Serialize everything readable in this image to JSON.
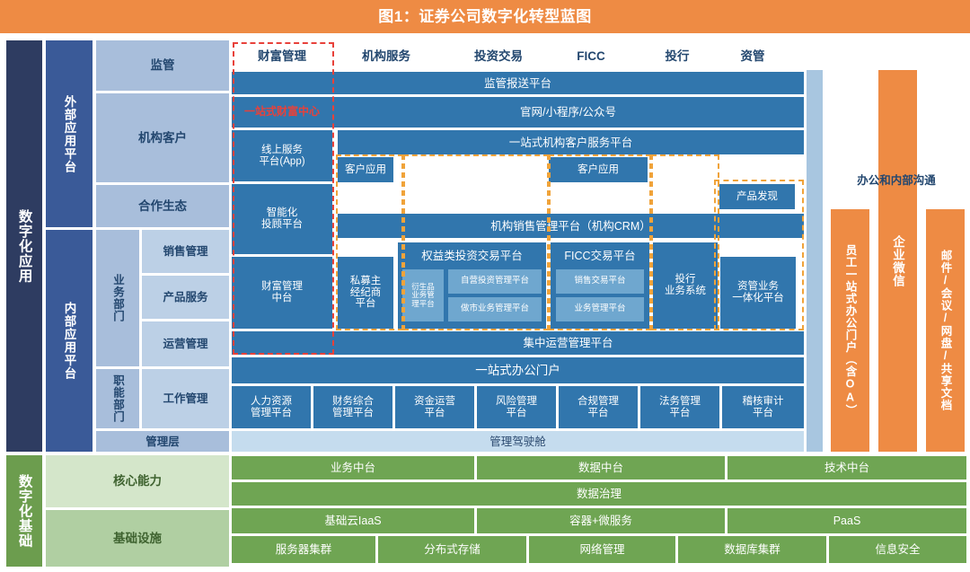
{
  "title": "图1：证券公司数字化转型蓝图",
  "left_rail": {
    "application_layer": "数字化应用",
    "foundation_layer": "数字化基础"
  },
  "platform_rail": {
    "external": "外部应用平台",
    "internal": "内部应用平台"
  },
  "category_rail": {
    "regulator": "监管",
    "institutional_client": "机构客户",
    "partner_ecosystem": "合作生态",
    "business_dept": "业务部门",
    "function_dept": "职能部门",
    "management_layer": "管理层"
  },
  "subcategory_rail": {
    "sales_mgmt": "销售管理",
    "product_service": "产品服务",
    "operation_mgmt": "运营管理",
    "work_mgmt": "工作管理"
  },
  "column_headers": [
    "财富管理",
    "机构服务",
    "投资交易",
    "FICC",
    "投行",
    "资管"
  ],
  "annotations": {
    "one_stop_wealth_center": "一站式财富中心",
    "office_internal_comm": "办公和内部沟通"
  },
  "full_width_bars": {
    "regulatory_reporting": "监管报送平台",
    "official_site": "官网/小程序/公众号",
    "one_stop_inst_service": "一站式机构客户服务平台",
    "inst_sales_crm": "机构销售管理平台（机构CRM）",
    "central_operation": "集中运营管理平台",
    "one_stop_office_portal": "一站式办公门户",
    "management_cockpit": "管理驾驶舱"
  },
  "wealth_column": {
    "online_service_app": "线上服务\n平台(App)",
    "online_service_app_l1": "线上服务",
    "online_service_app_l2": "平台(App)",
    "intelligent_advisor_l1": "智能化",
    "intelligent_advisor_l2": "投顾平台",
    "wealth_midplatform_l1": "财富管理",
    "wealth_midplatform_l2": "中台"
  },
  "client_apps": {
    "inst_service": "客户应用",
    "ficc": "客户应用",
    "product_discovery": "产品发现"
  },
  "business_platforms": {
    "pb_broker_l1": "私募主",
    "pb_broker_l2": "经纪商",
    "pb_broker_l3": "平台",
    "equity_trading": "权益类投资交易平台",
    "derivatives_l1": "衍生品",
    "derivatives_l2": "业务管",
    "derivatives_l3": "理平台",
    "prop_invest": "自营投资管理平台",
    "market_making": "做市业务管理平台",
    "ficc_trading": "FICC交易平台",
    "ficc_sales_trading": "销售交易平台",
    "ficc_business_mgmt": "业务管理平台",
    "ibank_system_l1": "投行",
    "ibank_system_l2": "业务系统",
    "asset_mgmt_l1": "资管业务",
    "asset_mgmt_l2": "一体化平台"
  },
  "function_platforms": [
    {
      "l1": "人力资源",
      "l2": "管理平台"
    },
    {
      "l1": "财务综合",
      "l2": "管理平台"
    },
    {
      "l1": "资金运营",
      "l2": "平台"
    },
    {
      "l1": "风险管理",
      "l2": "平台"
    },
    {
      "l1": "合规管理",
      "l2": "平台"
    },
    {
      "l1": "法务管理",
      "l2": "平台"
    },
    {
      "l1": "稽核审计",
      "l2": "平台"
    }
  ],
  "right_columns": {
    "enterprise_wechat": "企业微信",
    "employee_portal": "员工一站式办公门户（含OA）",
    "mail_meeting": "邮件/会议/网盘/共享文档"
  },
  "foundation": {
    "core_capability": "核心能力",
    "infrastructure": "基础设施",
    "midplatforms": [
      "业务中台",
      "数据中台",
      "技术中台"
    ],
    "data_governance": "数据治理",
    "cloud_layer": [
      "基础云IaaS",
      "容器+微服务",
      "PaaS"
    ],
    "infra_items": [
      "服务器集群",
      "分布式存储",
      "网络管理",
      "数据库集群",
      "信息安全"
    ]
  },
  "colors": {
    "accent_orange": "#ee8b44",
    "navy": "#2e3c61",
    "mid_blue": "#3a5a98",
    "light_blue": "#a8bedb",
    "steel_blue": "#3176ad",
    "green": "#6fa553",
    "dash_red": "#e8413a",
    "dash_orange": "#f0a33a"
  }
}
